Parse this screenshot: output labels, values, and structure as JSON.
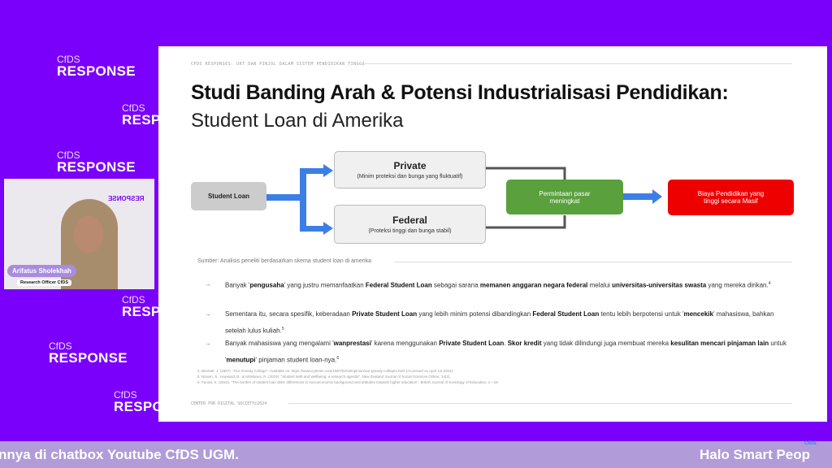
{
  "brand": {
    "small": "CfDS",
    "big": "RESPONSE"
  },
  "slide": {
    "header": "CFDS RESPONSES: UKT DAN PINJOL DALAM SISTEM PENDIDIKAN TINGGI",
    "title": "Studi Banding Arah & Potensi Industrialisasi Pendidikan:",
    "subtitle": "Student Loan di Amerika",
    "diagram": {
      "start": "Student Loan",
      "private": {
        "title": "Private",
        "desc": "(Minim proteksi dan bunga yang fluktuatif)"
      },
      "federal": {
        "title": "Federal",
        "desc": "(Proteksi tinggi dan bunga stabil)"
      },
      "middle": "Permintaan pasar meningkat",
      "end": "Biaya Pendidikan yang tinggi secara Masif",
      "colors": {
        "arrow": "#3b7fe6",
        "middle": "#5aa03c",
        "end": "#ee0000"
      }
    },
    "source": "Sumber: Analisis peneliti berdasarkan skema student loan di amerika",
    "bullets": [
      {
        "p": [
          "Banyak '",
          "pengusaha",
          "' yang justru memanfaatkan ",
          "Federal Student Loan",
          " sebagai sarana ",
          "memanen anggaran negara federal",
          " melalui ",
          "universitas-universitas swasta",
          " yang mereka dirikan."
        ],
        "sup": "4"
      },
      {
        "p": [
          "Sementara itu, secara spesifik, keberadaan ",
          "Private Student Loan",
          " yang lebih minim potensi dibandingkan ",
          "Federal Student Loan",
          " tentu lebih berpotensi untuk '",
          "mencekik",
          "' mahasiswa, bahkan setelah lulus kuliah."
        ],
        "sup": "5"
      },
      {
        "p": [
          "Banyak mahasiswa yang mengalami '",
          "wanprestasi",
          "' karena menggunakan ",
          "Private Student Loan",
          ". ",
          "Skor kredit",
          " yang tidak dilindungi juga membuat mereka ",
          "kesulitan mencari pinjaman lain",
          " untuk '",
          "menutupi",
          "' pinjaman student loan-nya."
        ],
        "sup": "6"
      }
    ],
    "references": [
      "4. Bennett, J. (1987). \"Our Greedy College\". Available on: https://www.nytimes.com/1987/02/18/opinion/our-greedy-colleges.html (Accessed on April 1st 2024).",
      "5. Nissen, S., Hayward, B., & McManus, R. (2019). \"Student debt and wellbeing: a research agenda\". New Zealand Journal of Social Sciences Online, 14(2).",
      "6. Furuta, K. (2022). \"The burden of student loan debt: differences in socioeconomic background and attitudes towards higher education\". British Journal of Sociology of Education, 1—19."
    ],
    "footer": "CENTER FOR DIGITAL SOCIETY©2024"
  },
  "camera": {
    "name": "Arifatus Sholekhah",
    "role": "Research Officer CfDS"
  },
  "ticker": {
    "left": "nnya di chatbox Youtube CfDS UGM.",
    "right": "Halo Smart Peop"
  }
}
